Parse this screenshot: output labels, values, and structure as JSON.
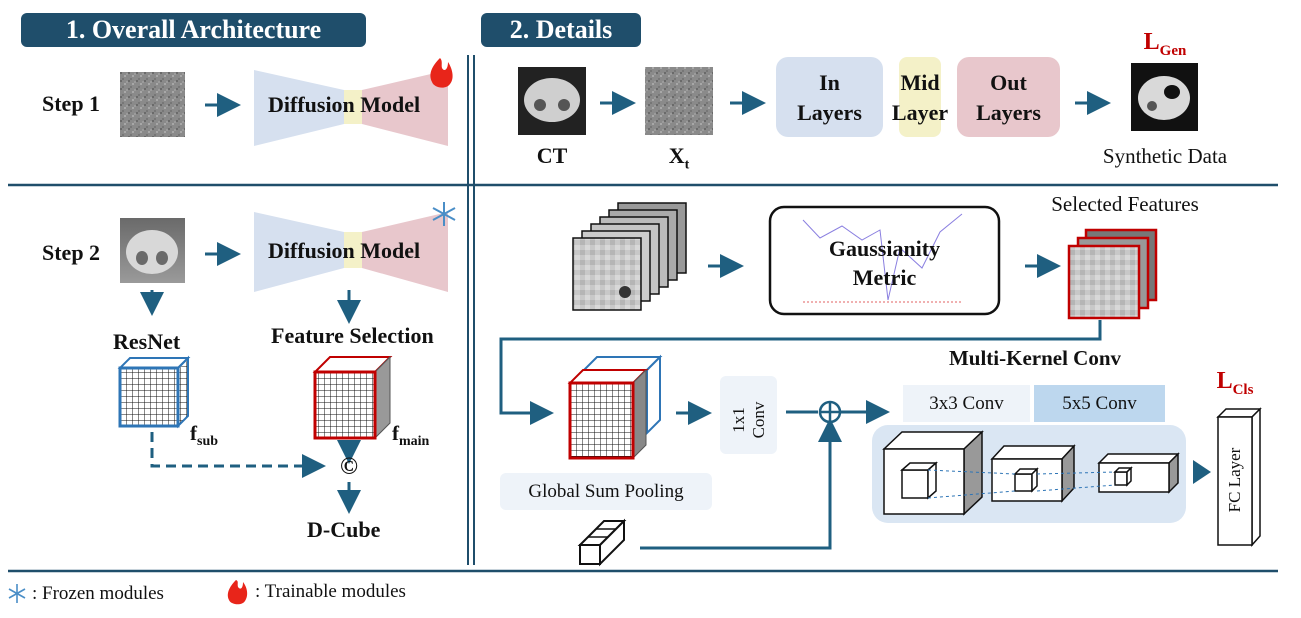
{
  "section1": {
    "title": "1. Overall Architecture",
    "step1": {
      "label": "Step 1",
      "model": "Diffusion Model"
    },
    "step2": {
      "label": "Step 2",
      "model": "Diffusion Model",
      "resnet": "ResNet",
      "feature_selection": "Feature Selection",
      "f_sub": "f",
      "f_sub_subscript": "sub",
      "f_main": "f",
      "f_main_subscript": "main",
      "concat_symbol": "©",
      "output": "D-Cube"
    }
  },
  "section2": {
    "title": "2. Details",
    "ct_label": "CT",
    "xt_label": "X",
    "xt_subscript": "t",
    "in_layers": [
      "In",
      "Layers"
    ],
    "mid_layer": [
      "Mid",
      "Layer"
    ],
    "out_layers": [
      "Out",
      "Layers"
    ],
    "loss_gen": "L",
    "loss_gen_subscript": "Gen",
    "synthetic_data": "Synthetic Data",
    "gaussianity_metric": [
      "Gaussianity",
      "Metric"
    ],
    "selected_features": "Selected Features",
    "multi_kernel_conv": "Multi-Kernel Conv",
    "conv3": "3x3 Conv",
    "conv5": "5x5 Conv",
    "conv1x1": [
      "1x1",
      "Conv"
    ],
    "global_sum_pooling": "Global Sum Pooling",
    "oplus": "⊕",
    "loss_cls": "L",
    "loss_cls_subscript": "Cls",
    "fc_layer": "FC Layer"
  },
  "legend": {
    "frozen": ": Frozen modules",
    "trainable": ": Trainable modules"
  },
  "colors": {
    "header": "#1f4e6b",
    "encoder": "#d6e0ef",
    "decoder": "#e8c7cc",
    "mid": "#f4f1c8",
    "accent_red": "#c00000",
    "accent_blue": "#2e75b6",
    "arrow": "#1f5f80"
  }
}
